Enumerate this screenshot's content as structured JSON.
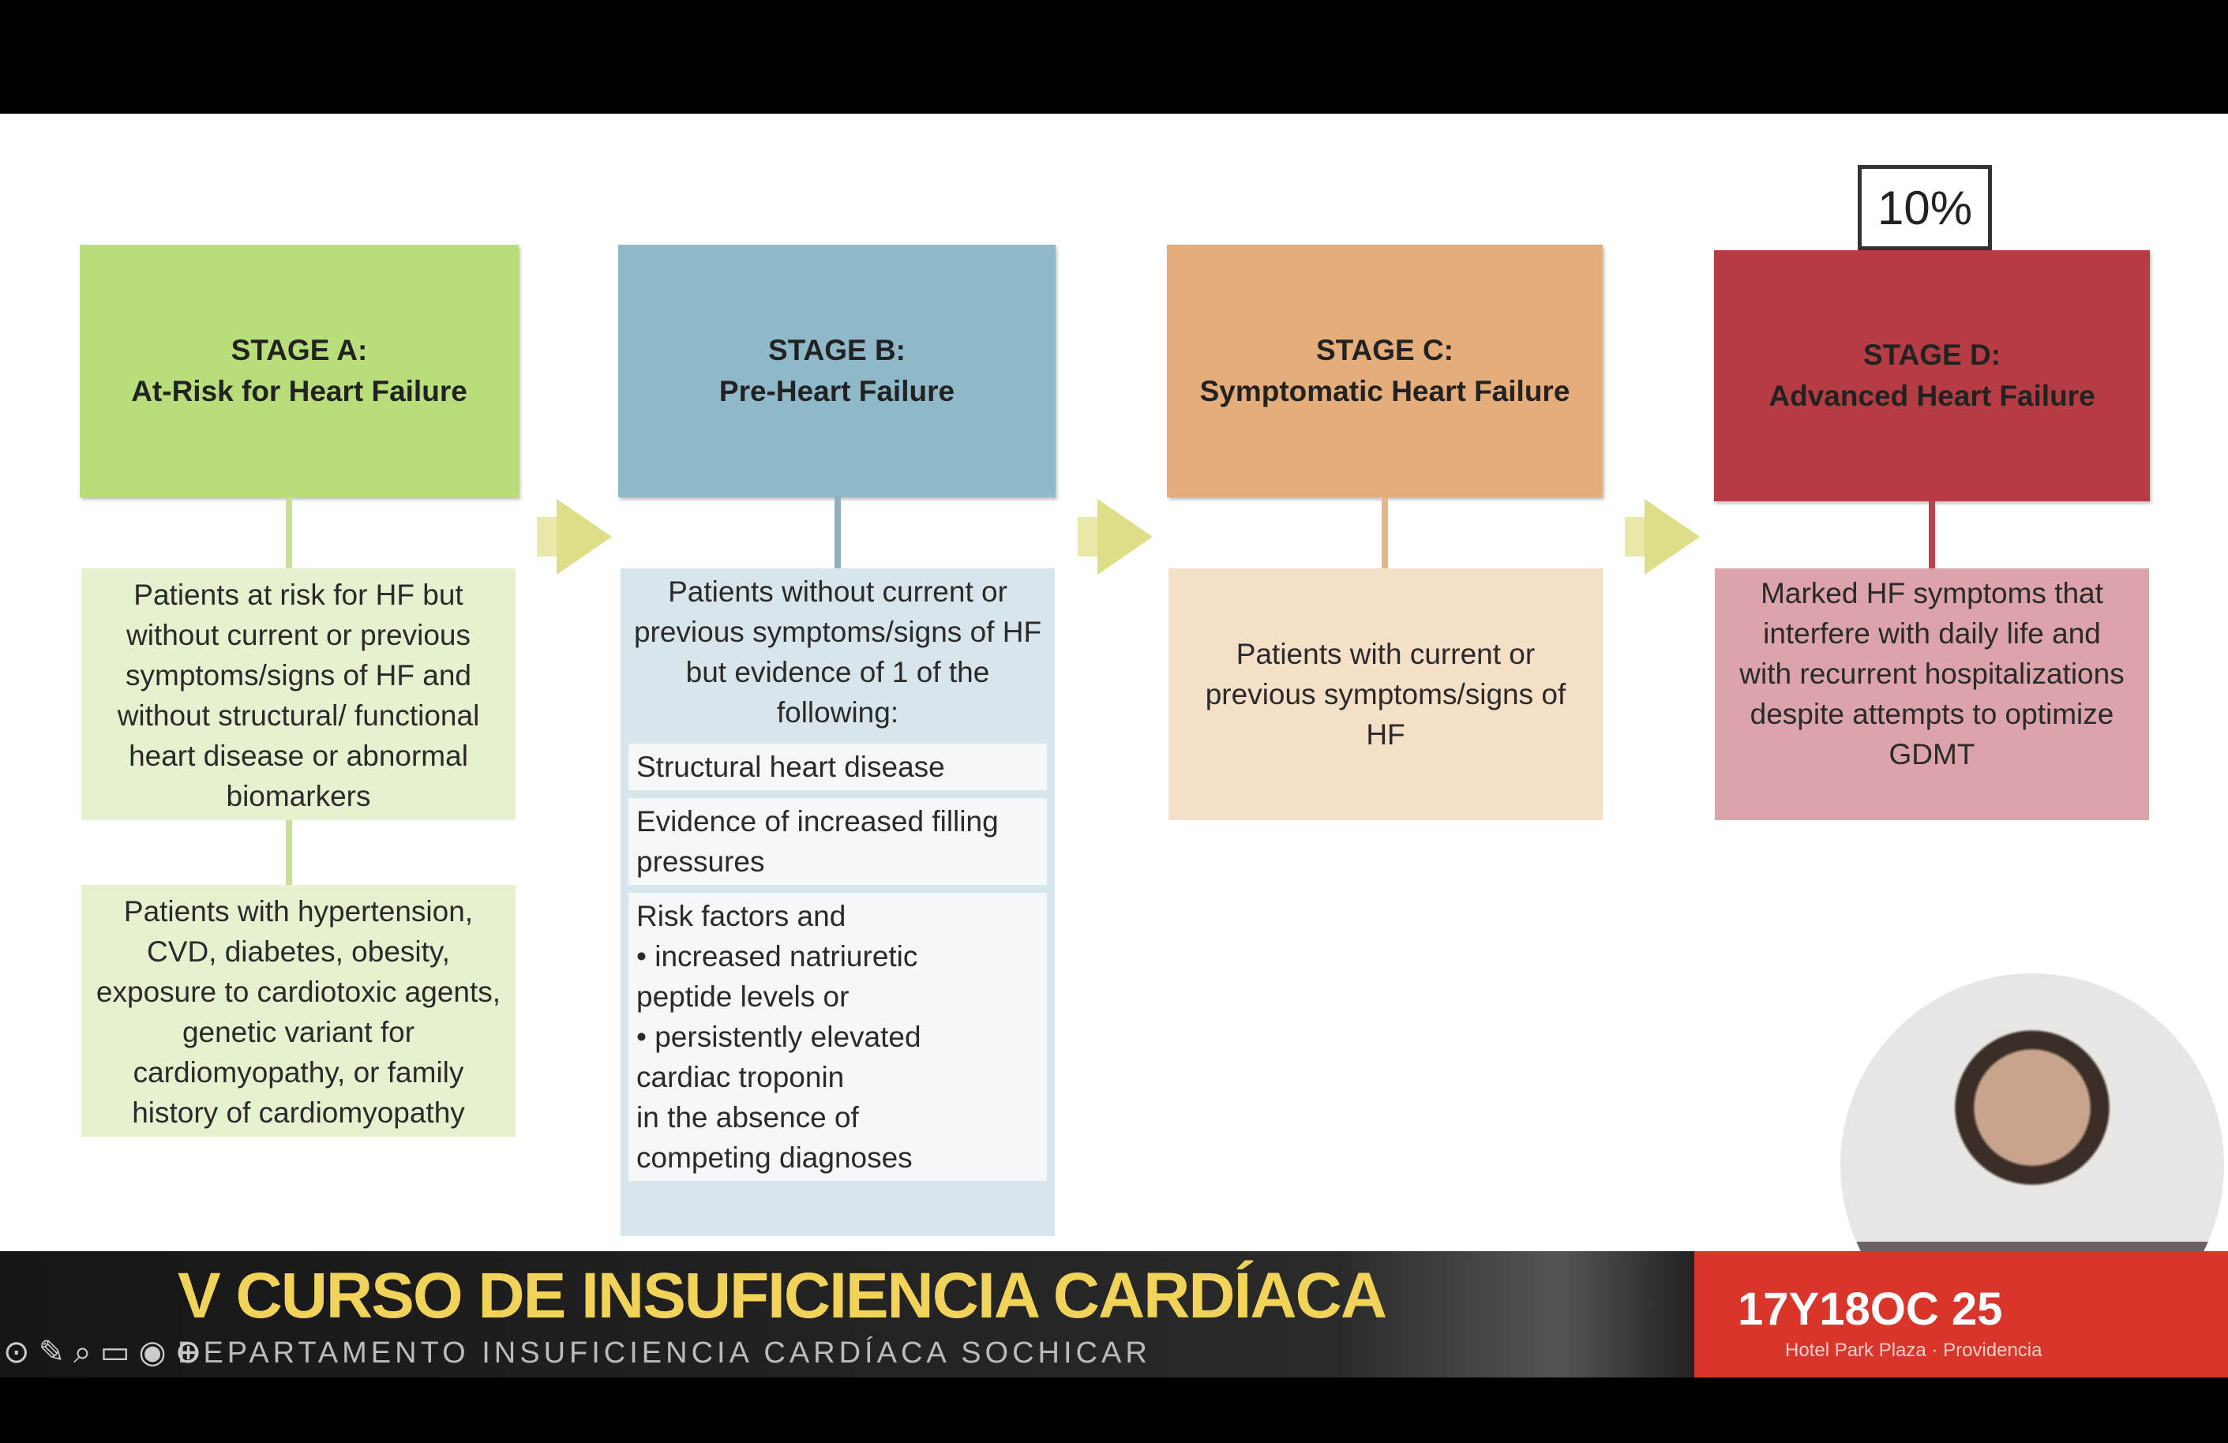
{
  "stages": [
    {
      "title": "STAGE A:",
      "subtitle": "At-Risk for Heart Failure",
      "color": "#b8dd7a",
      "desc": "Patients at risk for HF but without current or previous symptoms/signs of HF and without structural/ functional heart disease or abnormal biomarkers",
      "extra": "Patients with hypertension, CVD, diabetes, obesity, exposure to cardiotoxic agents, genetic variant for cardiomyopathy, or family history of cardiomyopathy"
    },
    {
      "title": "STAGE B:",
      "subtitle": "Pre-Heart Failure",
      "color": "#8fb8c8",
      "desc": "Patients without current or previous symptoms/signs of HF but evidence of 1 of the following:",
      "items": [
        "Structural heart disease",
        "Evidence of increased filling pressures"
      ],
      "risk_intro": "Risk factors and",
      "risk_bullets": [
        "• increased natriuretic peptide levels or",
        "• persistently elevated cardiac troponin"
      ],
      "risk_outro": "in the absence of competing diagnoses"
    },
    {
      "title": "STAGE C:",
      "subtitle": "Symptomatic Heart Failure",
      "color": "#e5ad7a",
      "desc": "Patients with current or previous symptoms/signs of HF"
    },
    {
      "title": "STAGE D:",
      "subtitle": "Advanced Heart Failure",
      "color": "#b43c42",
      "desc": "Marked HF symptoms that interfere with daily life and with recurrent hospitalizations despite attempts to optimize GDMT"
    }
  ],
  "percent_label": "10%",
  "banner": {
    "title": "V CURSO DE INSUFICIENCIA CARDÍACA",
    "subtitle": "DEPARTAMENTO INSUFICIENCIA CARDÍACA SOCHICAR",
    "date": "17Y18OC       25",
    "venue": "Hotel Park Plaza · Providencia"
  }
}
